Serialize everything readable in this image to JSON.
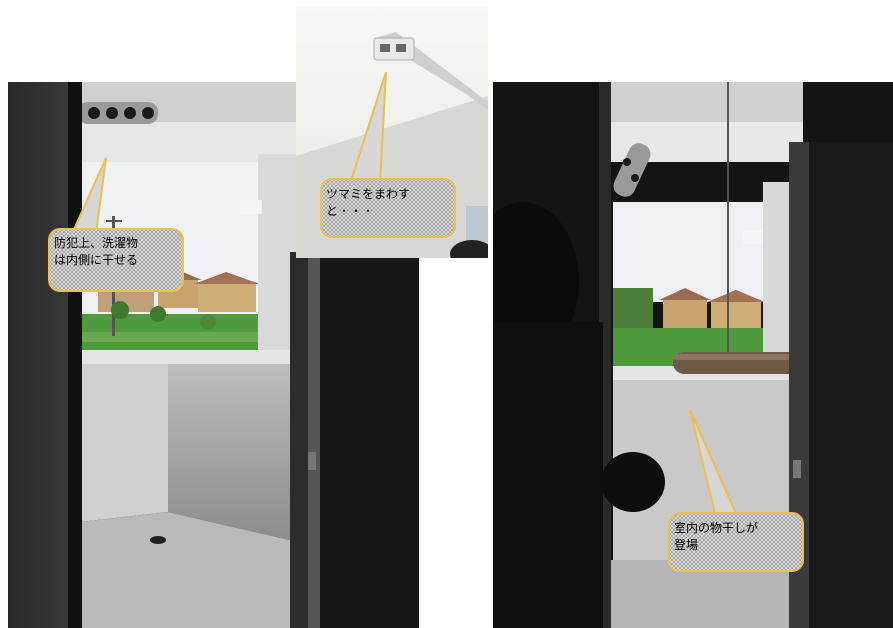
{
  "callouts": {
    "left": "防犯上、洗濯物\nは内側に干せる",
    "middle": "ツマミをまわす\nと・・・",
    "right": "室内の物干しが\n登場"
  },
  "colors": {
    "callout_border": "#e8c24a",
    "callout_fill": "#d6d6d6",
    "sky": "#f2f4f8",
    "grass": "#4f9a3c",
    "wall": "#d8d8d8",
    "interior_dark": "#161616"
  }
}
